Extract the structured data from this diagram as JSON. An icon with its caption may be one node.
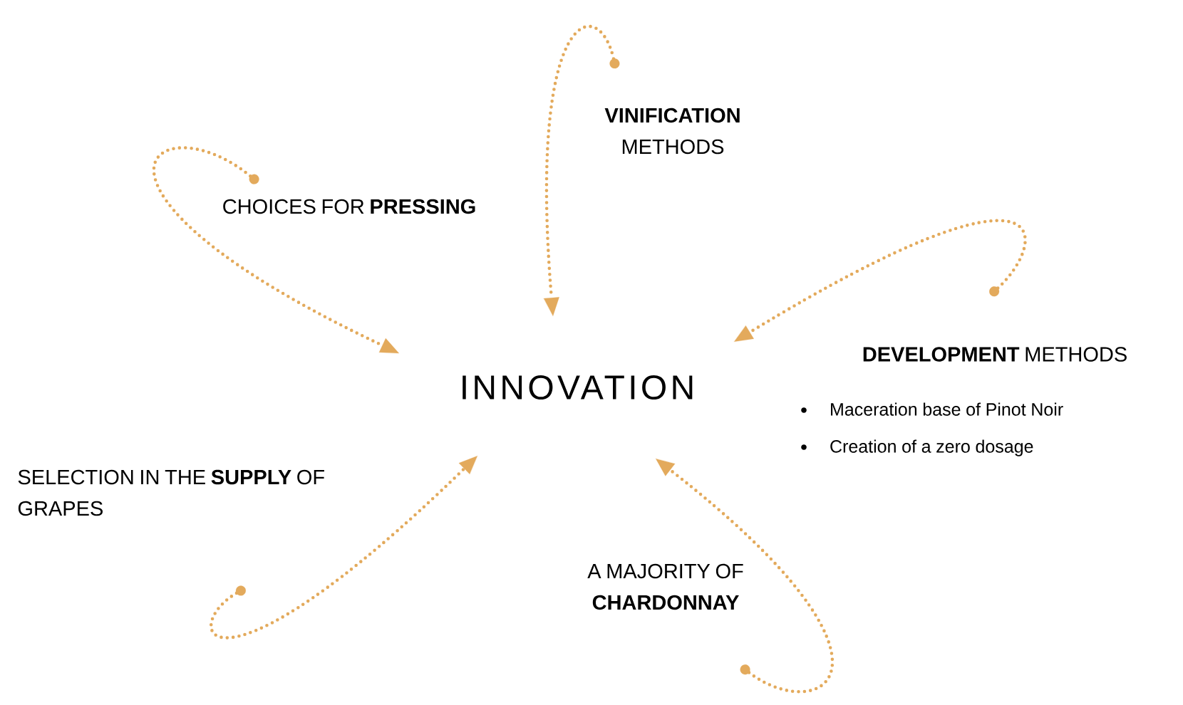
{
  "diagram": {
    "nodes": [
      {
        "text": [
          "**VINIFICATION** METHODS"
        ]
      },
      {
        "text": [
          "CHOICES FOR **PRESSING**"
        ]
      },
      {
        "text": [
          "**DEVELOPMENT** METHODS",
          "Maceration base of Pinot Noir",
          "Creation of a zero dosage"
        ]
      },
      {
        "text": [
          "INNOVATION"
        ]
      },
      {
        "text": [
          "SELECTION IN THE **SUPPLY** OF GRAPES"
        ]
      },
      {
        "text": [
          "A MAJORITY OF **CHARDONNAY**"
        ]
      }
    ],
    "edges": [
      {
        "from": 0,
        "to": 3,
        "arrow": "to"
      },
      {
        "from": 1,
        "to": 3,
        "arrow": "to"
      },
      {
        "from": 2,
        "to": 3,
        "arrow": "to"
      },
      {
        "from": 4,
        "to": 3,
        "arrow": "to"
      },
      {
        "from": 5,
        "to": 3,
        "arrow": "to"
      }
    ]
  }
}
